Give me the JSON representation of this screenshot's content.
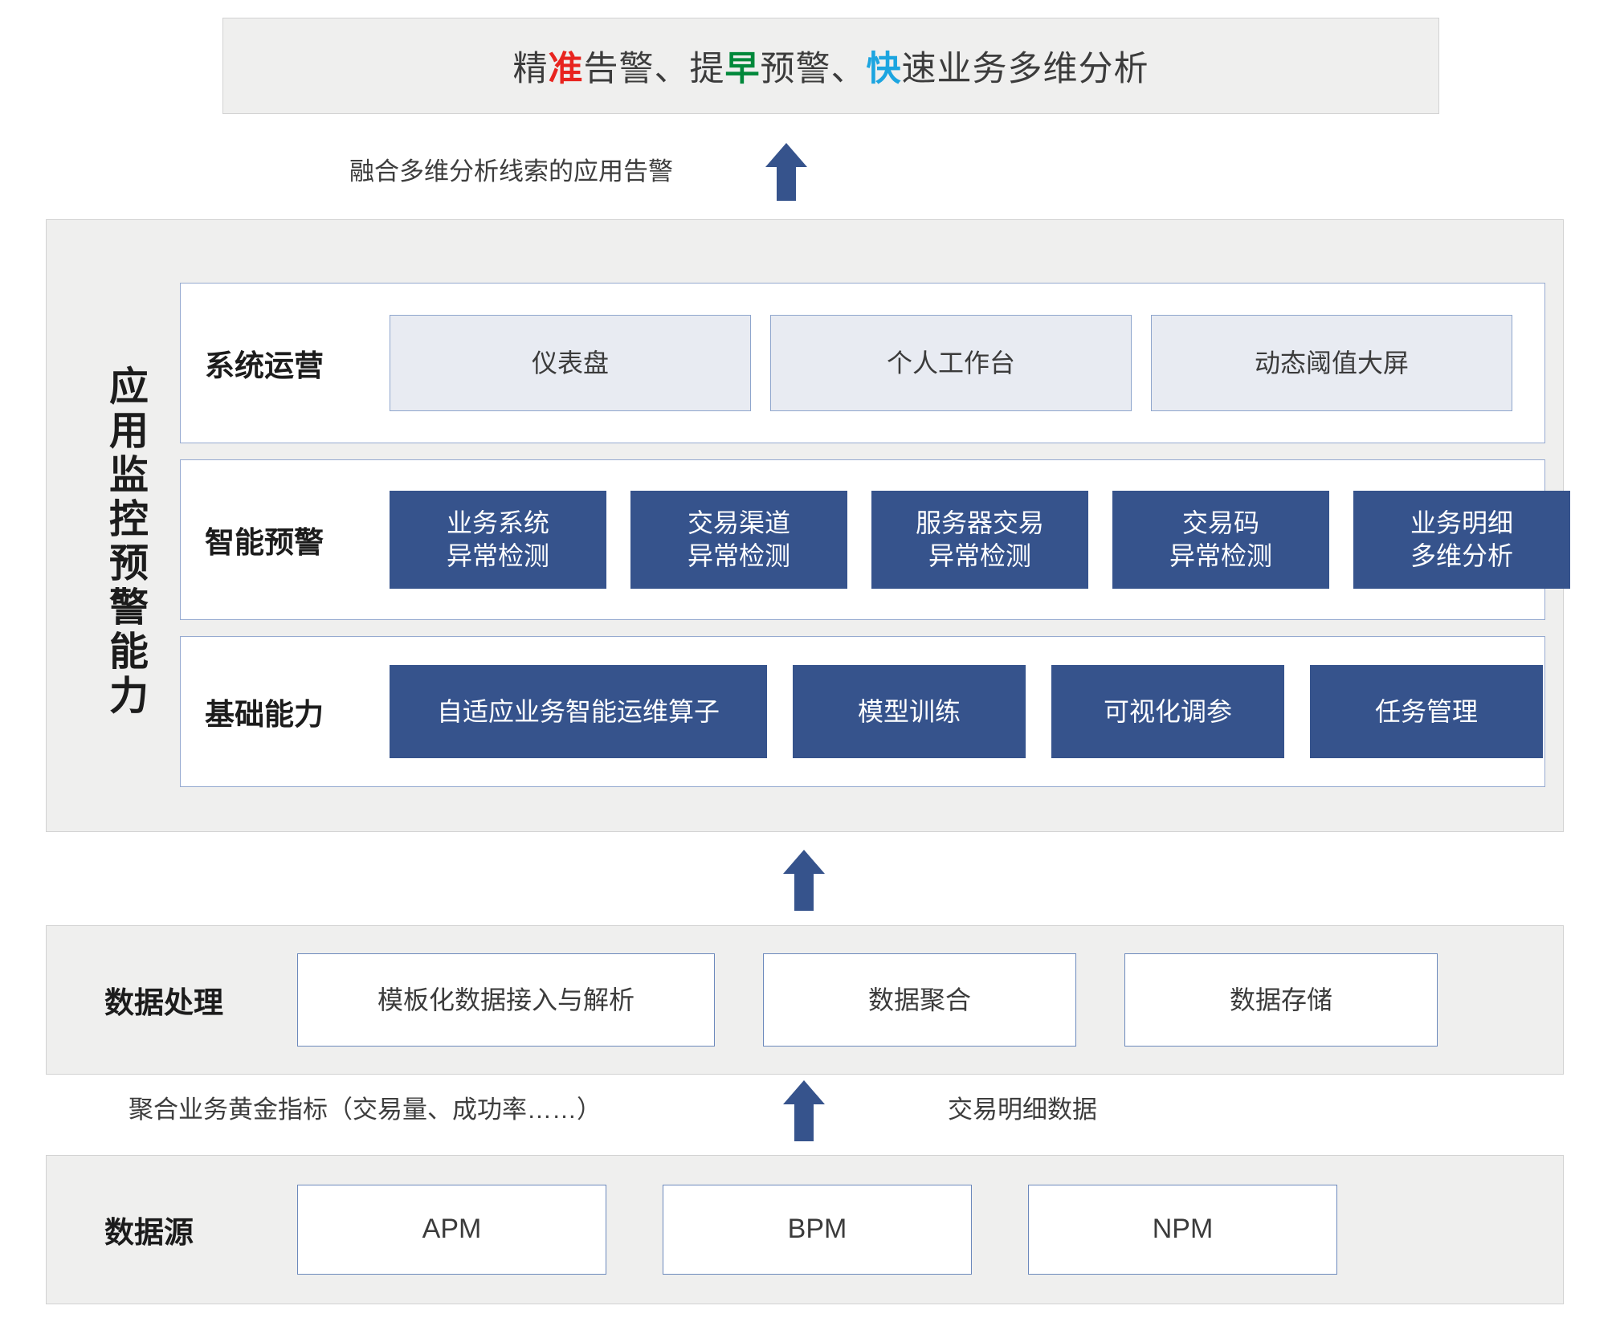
{
  "banner": {
    "segments": [
      {
        "text": "精",
        "color": "default"
      },
      {
        "text": "准",
        "color": "red"
      },
      {
        "text": "告警、提",
        "color": "default"
      },
      {
        "text": "早",
        "color": "green"
      },
      {
        "text": "预警、",
        "color": "default"
      },
      {
        "text": "快",
        "color": "blue"
      },
      {
        "text": "速业务多维分析",
        "color": "default"
      }
    ],
    "full_text": "精准告警、提早预警、快速业务多维分析",
    "colors": {
      "red": "#E8241F",
      "green": "#00883A",
      "blue": "#1CA5E0",
      "background": "#EFEFEE"
    }
  },
  "flows": [
    {
      "name": "top-flow",
      "label": "融合多维分析线索的应用告警",
      "arrow_color": "#36538C"
    },
    {
      "name": "mid-flow",
      "label": "",
      "arrow_color": "#36538C"
    },
    {
      "name": "bottom-flow-left",
      "label": "聚合业务黄金指标（交易量、成功率……）",
      "arrow_color": "#36538C"
    },
    {
      "name": "bottom-flow-right",
      "label": "交易明细数据",
      "arrow_color": "#36538C"
    }
  ],
  "capability_panel": {
    "vertical_title": "应用监控预警能力",
    "rows": [
      {
        "label": "系统运营",
        "style": "light",
        "items": [
          "仪表盘",
          "个人工作台",
          "动态阈值大屏"
        ]
      },
      {
        "label": "智能预警",
        "style": "solid",
        "items": [
          "业务系统\n异常检测",
          "交易渠道\n异常检测",
          "服务器交易\n异常检测",
          "交易码\n异常检测",
          "业务明细\n多维分析"
        ]
      },
      {
        "label": "基础能力",
        "style": "solid",
        "items": [
          "自适应业务智能运维算子",
          "模型训练",
          "可视化调参",
          "任务管理"
        ]
      }
    ]
  },
  "data_processing": {
    "label": "数据处理",
    "items": [
      "模板化数据接入与解析",
      "数据聚合",
      "数据存储"
    ]
  },
  "data_source": {
    "label": "数据源",
    "items": [
      "APM",
      "BPM",
      "NPM"
    ]
  },
  "palette": {
    "panel_bg": "#EFEFEE",
    "panel_border": "#D2D2D2",
    "accent_blue": "#36538C",
    "chip_light_bg": "#E8EBF2",
    "chip_border": "#96AAD0",
    "text_dark": "#1c1c1c"
  }
}
